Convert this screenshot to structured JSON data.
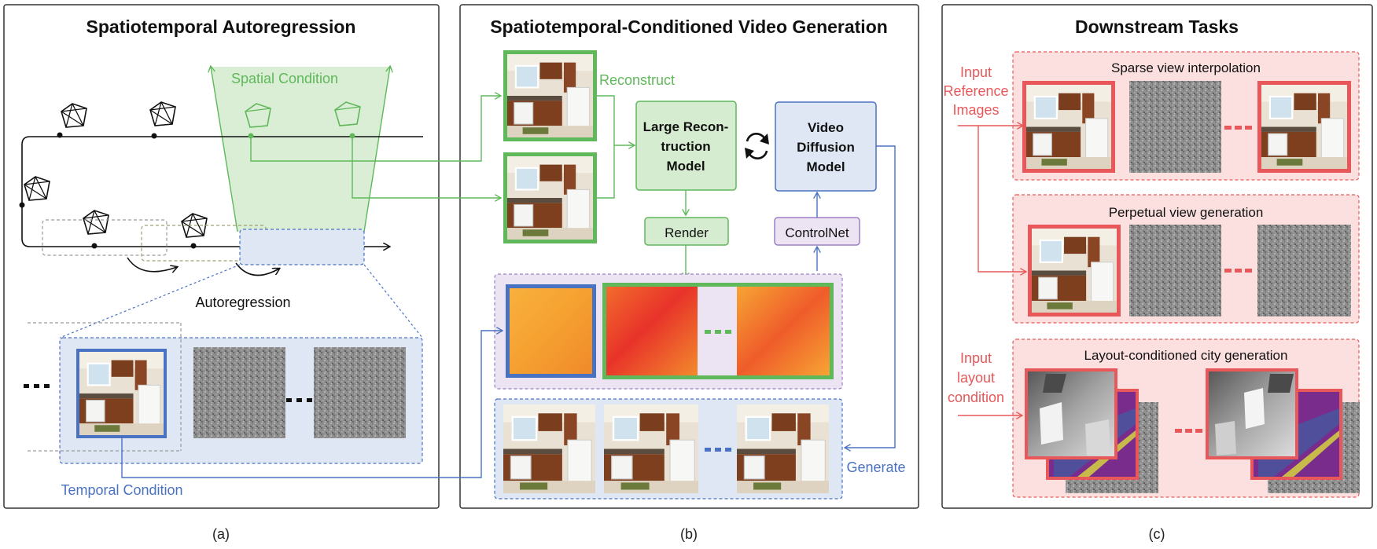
{
  "panels": {
    "a": {
      "title": "Spatiotemporal Autoregression",
      "spatial_condition": "Spatial Condition",
      "autoregression": "Autoregression",
      "temporal_condition": "Temporal Condition",
      "ellipsis": "..."
    },
    "b": {
      "title": "Spatiotemporal-Conditioned Video Generation",
      "reconstruct": "Reconstruct",
      "lrm_lines": [
        "Large Recon-",
        "truction",
        "Model"
      ],
      "vdm_lines": [
        "Video",
        "Diffusion",
        "Model"
      ],
      "render": "Render",
      "controlnet": "ControlNet",
      "generate": "Generate",
      "cycle_icon": "cycle-icon"
    },
    "c": {
      "title": "Downstream Tasks",
      "input_reference_lines": [
        "Input",
        "Reference",
        "Images"
      ],
      "input_layout_lines": [
        "Input",
        "layout",
        "condition"
      ],
      "task1": "Sparse view interpolation",
      "task2": "Perpetual view generation",
      "task3": "Layout-conditioned city generation"
    }
  },
  "captions": [
    "(a)",
    "(b)",
    "(c)"
  ],
  "colors": {
    "green": "#5fb85a",
    "green_fill": "#d6ecd0",
    "blue": "#4a72c2",
    "blue_fill": "#dfe7f5",
    "purple": "#9b7fc4",
    "purple_fill": "#ece4f2",
    "red": "#e8585a",
    "red_fill": "#fbe0df"
  }
}
